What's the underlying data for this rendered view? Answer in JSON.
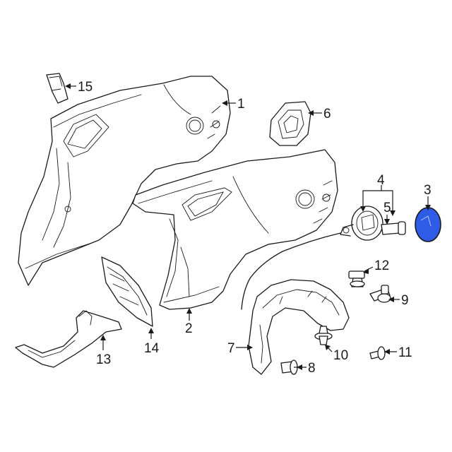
{
  "labels": {
    "p1": "1",
    "p2": "2",
    "p3": "3",
    "p4": "4",
    "p5": "5",
    "p6": "6",
    "p7": "7",
    "p8": "8",
    "p9": "9",
    "p10": "10",
    "p11": "11",
    "p12": "12",
    "p13": "13",
    "p14": "14",
    "p15": "15"
  },
  "colors": {
    "line": "#1a1a1a",
    "highlight": "#2f5ce6",
    "background": "#ffffff"
  }
}
